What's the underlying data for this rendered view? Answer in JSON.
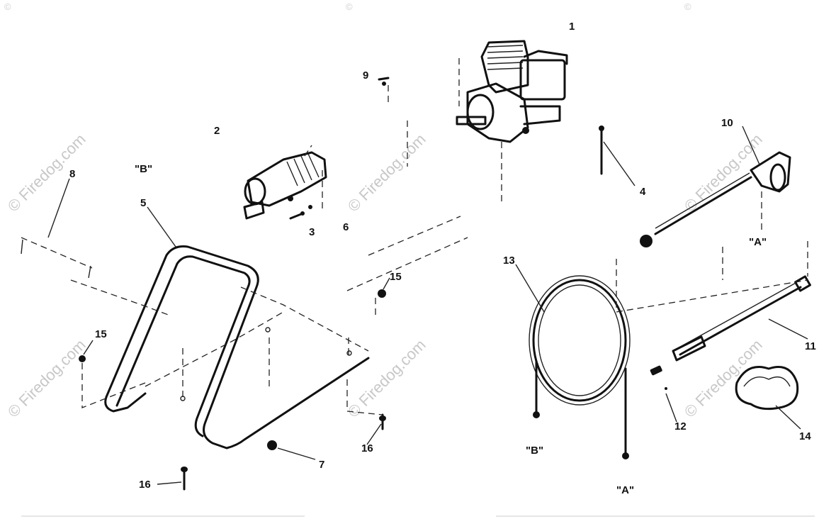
{
  "callouts": {
    "c1": "1",
    "c2": "2",
    "c3": "3",
    "c4": "4",
    "c5": "5",
    "c6": "6",
    "c7": "7",
    "c8": "8",
    "c9": "9",
    "c10": "10",
    "c11": "11",
    "c12": "12",
    "c13": "13",
    "c14": "14",
    "c15a": "15",
    "c15b": "15",
    "c16a": "16",
    "c16b": "16"
  },
  "refs": {
    "b1": "\"B\"",
    "b2": "\"B\"",
    "a1": "\"A\"",
    "a2": "\"A\""
  },
  "watermark": {
    "main": "© Firedog.com",
    "left": "© Firedog.com",
    "left2": "© Firedog.com",
    "mid": "© Firedog.com",
    "right": "© Firedog.com",
    "right2": "© Firedog.com",
    "corner": "©"
  },
  "colors": {
    "line": "#111111",
    "watermark": "#c8c8c8",
    "background": "#ffffff"
  }
}
